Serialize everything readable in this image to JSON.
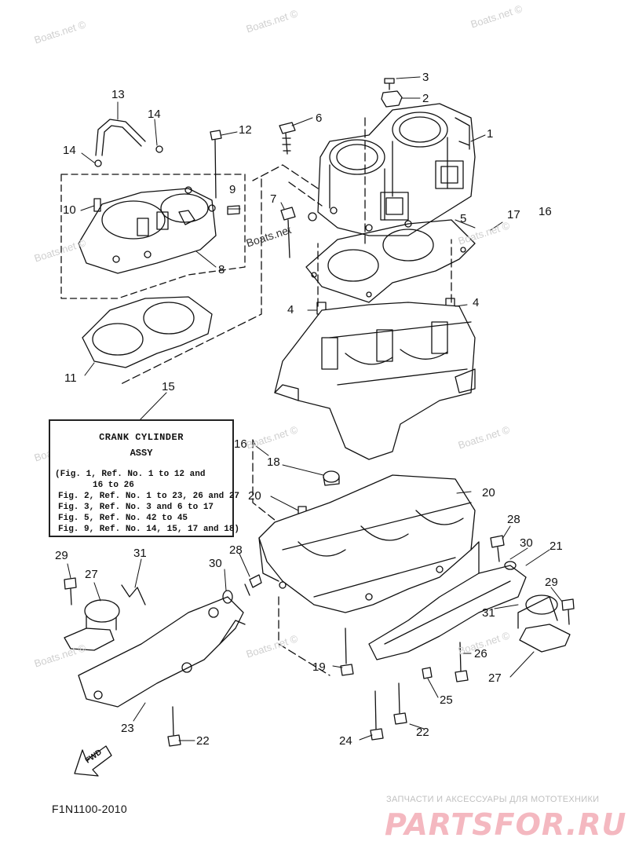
{
  "watermark_text": "Boats.net ©",
  "watermark_center": "Boats.net",
  "info_box": {
    "title": "CRANK CYLINDER",
    "subtitle": "ASSY",
    "lines": [
      "(Fig. 1, Ref. No. 1 to 12 and",
      "16 to 26",
      "Fig. 2, Ref. No. 1 to 23, 26 and 27",
      "Fig. 3, Ref. No. 3 and 6 to 17",
      "Fig. 5, Ref. No. 42 to 45",
      "Fig. 9, Ref. No. 14, 15, 17 and 18)"
    ]
  },
  "fwd_label": "FWD",
  "drawing_code": "F1N1100-2010",
  "shop": {
    "tagline": "ЗАПЧАСТИ И АКСЕССУАРЫ ДЛЯ МОТОТЕХНИКИ",
    "logo": "PARTSFOR.RU",
    "logo_color": "#f4b8c0"
  },
  "callouts": [
    {
      "id": "c3",
      "text": "3"
    },
    {
      "id": "c2",
      "text": "2"
    },
    {
      "id": "c1",
      "text": "1"
    },
    {
      "id": "c6",
      "text": "6"
    },
    {
      "id": "c13",
      "text": "13"
    },
    {
      "id": "c14a",
      "text": "14"
    },
    {
      "id": "c14b",
      "text": "14"
    },
    {
      "id": "c12",
      "text": "12"
    },
    {
      "id": "c9",
      "text": "9"
    },
    {
      "id": "c10",
      "text": "10"
    },
    {
      "id": "c7",
      "text": "7"
    },
    {
      "id": "c5",
      "text": "5"
    },
    {
      "id": "c17",
      "text": "17"
    },
    {
      "id": "c16a",
      "text": "16"
    },
    {
      "id": "c8",
      "text": "8"
    },
    {
      "id": "c4a",
      "text": "4"
    },
    {
      "id": "c4b",
      "text": "4"
    },
    {
      "id": "c11",
      "text": "11"
    },
    {
      "id": "c15",
      "text": "15"
    },
    {
      "id": "c16b",
      "text": "16"
    },
    {
      "id": "c18",
      "text": "18"
    },
    {
      "id": "c20a",
      "text": "20"
    },
    {
      "id": "c20b",
      "text": "20"
    },
    {
      "id": "c28a",
      "text": "28"
    },
    {
      "id": "c30a",
      "text": "30"
    },
    {
      "id": "c21",
      "text": "21"
    },
    {
      "id": "c29a",
      "text": "29"
    },
    {
      "id": "c27a",
      "text": "27"
    },
    {
      "id": "c31a",
      "text": "31"
    },
    {
      "id": "c30b",
      "text": "30"
    },
    {
      "id": "c28b",
      "text": "28"
    },
    {
      "id": "c29b",
      "text": "29"
    },
    {
      "id": "c31b",
      "text": "31"
    },
    {
      "id": "c26",
      "text": "26"
    },
    {
      "id": "c19",
      "text": "19"
    },
    {
      "id": "c27b",
      "text": "27"
    },
    {
      "id": "c25",
      "text": "25"
    },
    {
      "id": "c23",
      "text": "23"
    },
    {
      "id": "c22a",
      "text": "22"
    },
    {
      "id": "c22b",
      "text": "22"
    },
    {
      "id": "c24",
      "text": "24"
    }
  ]
}
